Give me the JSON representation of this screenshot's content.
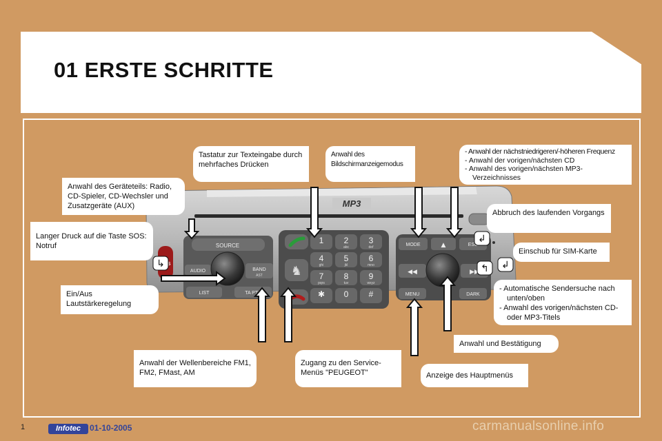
{
  "page": {
    "title": "01 ERSTE SCHRITTE",
    "page_number": "1"
  },
  "footer": {
    "logo": "Infotec",
    "date": "01-10-2005",
    "watermark": "carmanualsonline.info"
  },
  "device": {
    "badge": "MP3",
    "buttons": {
      "sos": "SOS",
      "source": "SOURCE",
      "audio": "AUDIO",
      "band": "BAND",
      "band_sub": "AST",
      "list": "LIST",
      "ta_pty": "TA PTY",
      "mode": "MODE",
      "esc": "ESC",
      "menu": "MENU",
      "dark": "DARK",
      "up": "▲",
      "prev": "◀◀",
      "next": "▶▶"
    },
    "keypad": [
      {
        "num": "1",
        "sub": ""
      },
      {
        "num": "2",
        "sub": "abc"
      },
      {
        "num": "3",
        "sub": "def"
      },
      {
        "num": "4",
        "sub": "ghi"
      },
      {
        "num": "5",
        "sub": "jkl"
      },
      {
        "num": "6",
        "sub": "mno"
      },
      {
        "num": "7",
        "sub": "pqrs"
      },
      {
        "num": "8",
        "sub": "tuv"
      },
      {
        "num": "9",
        "sub": "wxyz"
      },
      {
        "num": "✱",
        "sub": ""
      },
      {
        "num": "0",
        "sub": ""
      },
      {
        "num": "#",
        "sub": ""
      }
    ]
  },
  "labels": {
    "keypad_text": "Tastatur zur Texteingabe durch mehrfaches Drücken",
    "display_mode": "Anwahl des Bildschirmanzeigemodus",
    "freq_list": [
      "Anwahl der nächstniedrigeren/-höheren Frequenz",
      "Anwahl der vorigen/nächsten CD",
      "Anwahl des vorigen/nächsten MP3-Verzeichnisses"
    ],
    "source_select": "Anwahl des Geräteteils: Radio, CD-Spieler, CD-Wechsler und Zusatzgeräte (AUX)",
    "sos_long": "Langer Druck auf die Taste SOS: Notruf",
    "abort": "Abbruch des laufenden Vorgangs",
    "sim": "Einschub für SIM-Karte",
    "power": "Ein/Aus Lautstärkeregelung",
    "search_list": [
      "Automatische Sendersuche nach unten/oben",
      "Anwahl des vorigen/nächsten CD- oder MP3-Titels"
    ],
    "confirm": "Anwahl und Bestätigung",
    "bands": "Anwahl der Wellenbereiche FM1, FM2, FMast, AM",
    "service": "Zugang zu den Service-Menüs \"PEUGEOT\"",
    "main_menu": "Anzeige des Hauptmenüs"
  }
}
